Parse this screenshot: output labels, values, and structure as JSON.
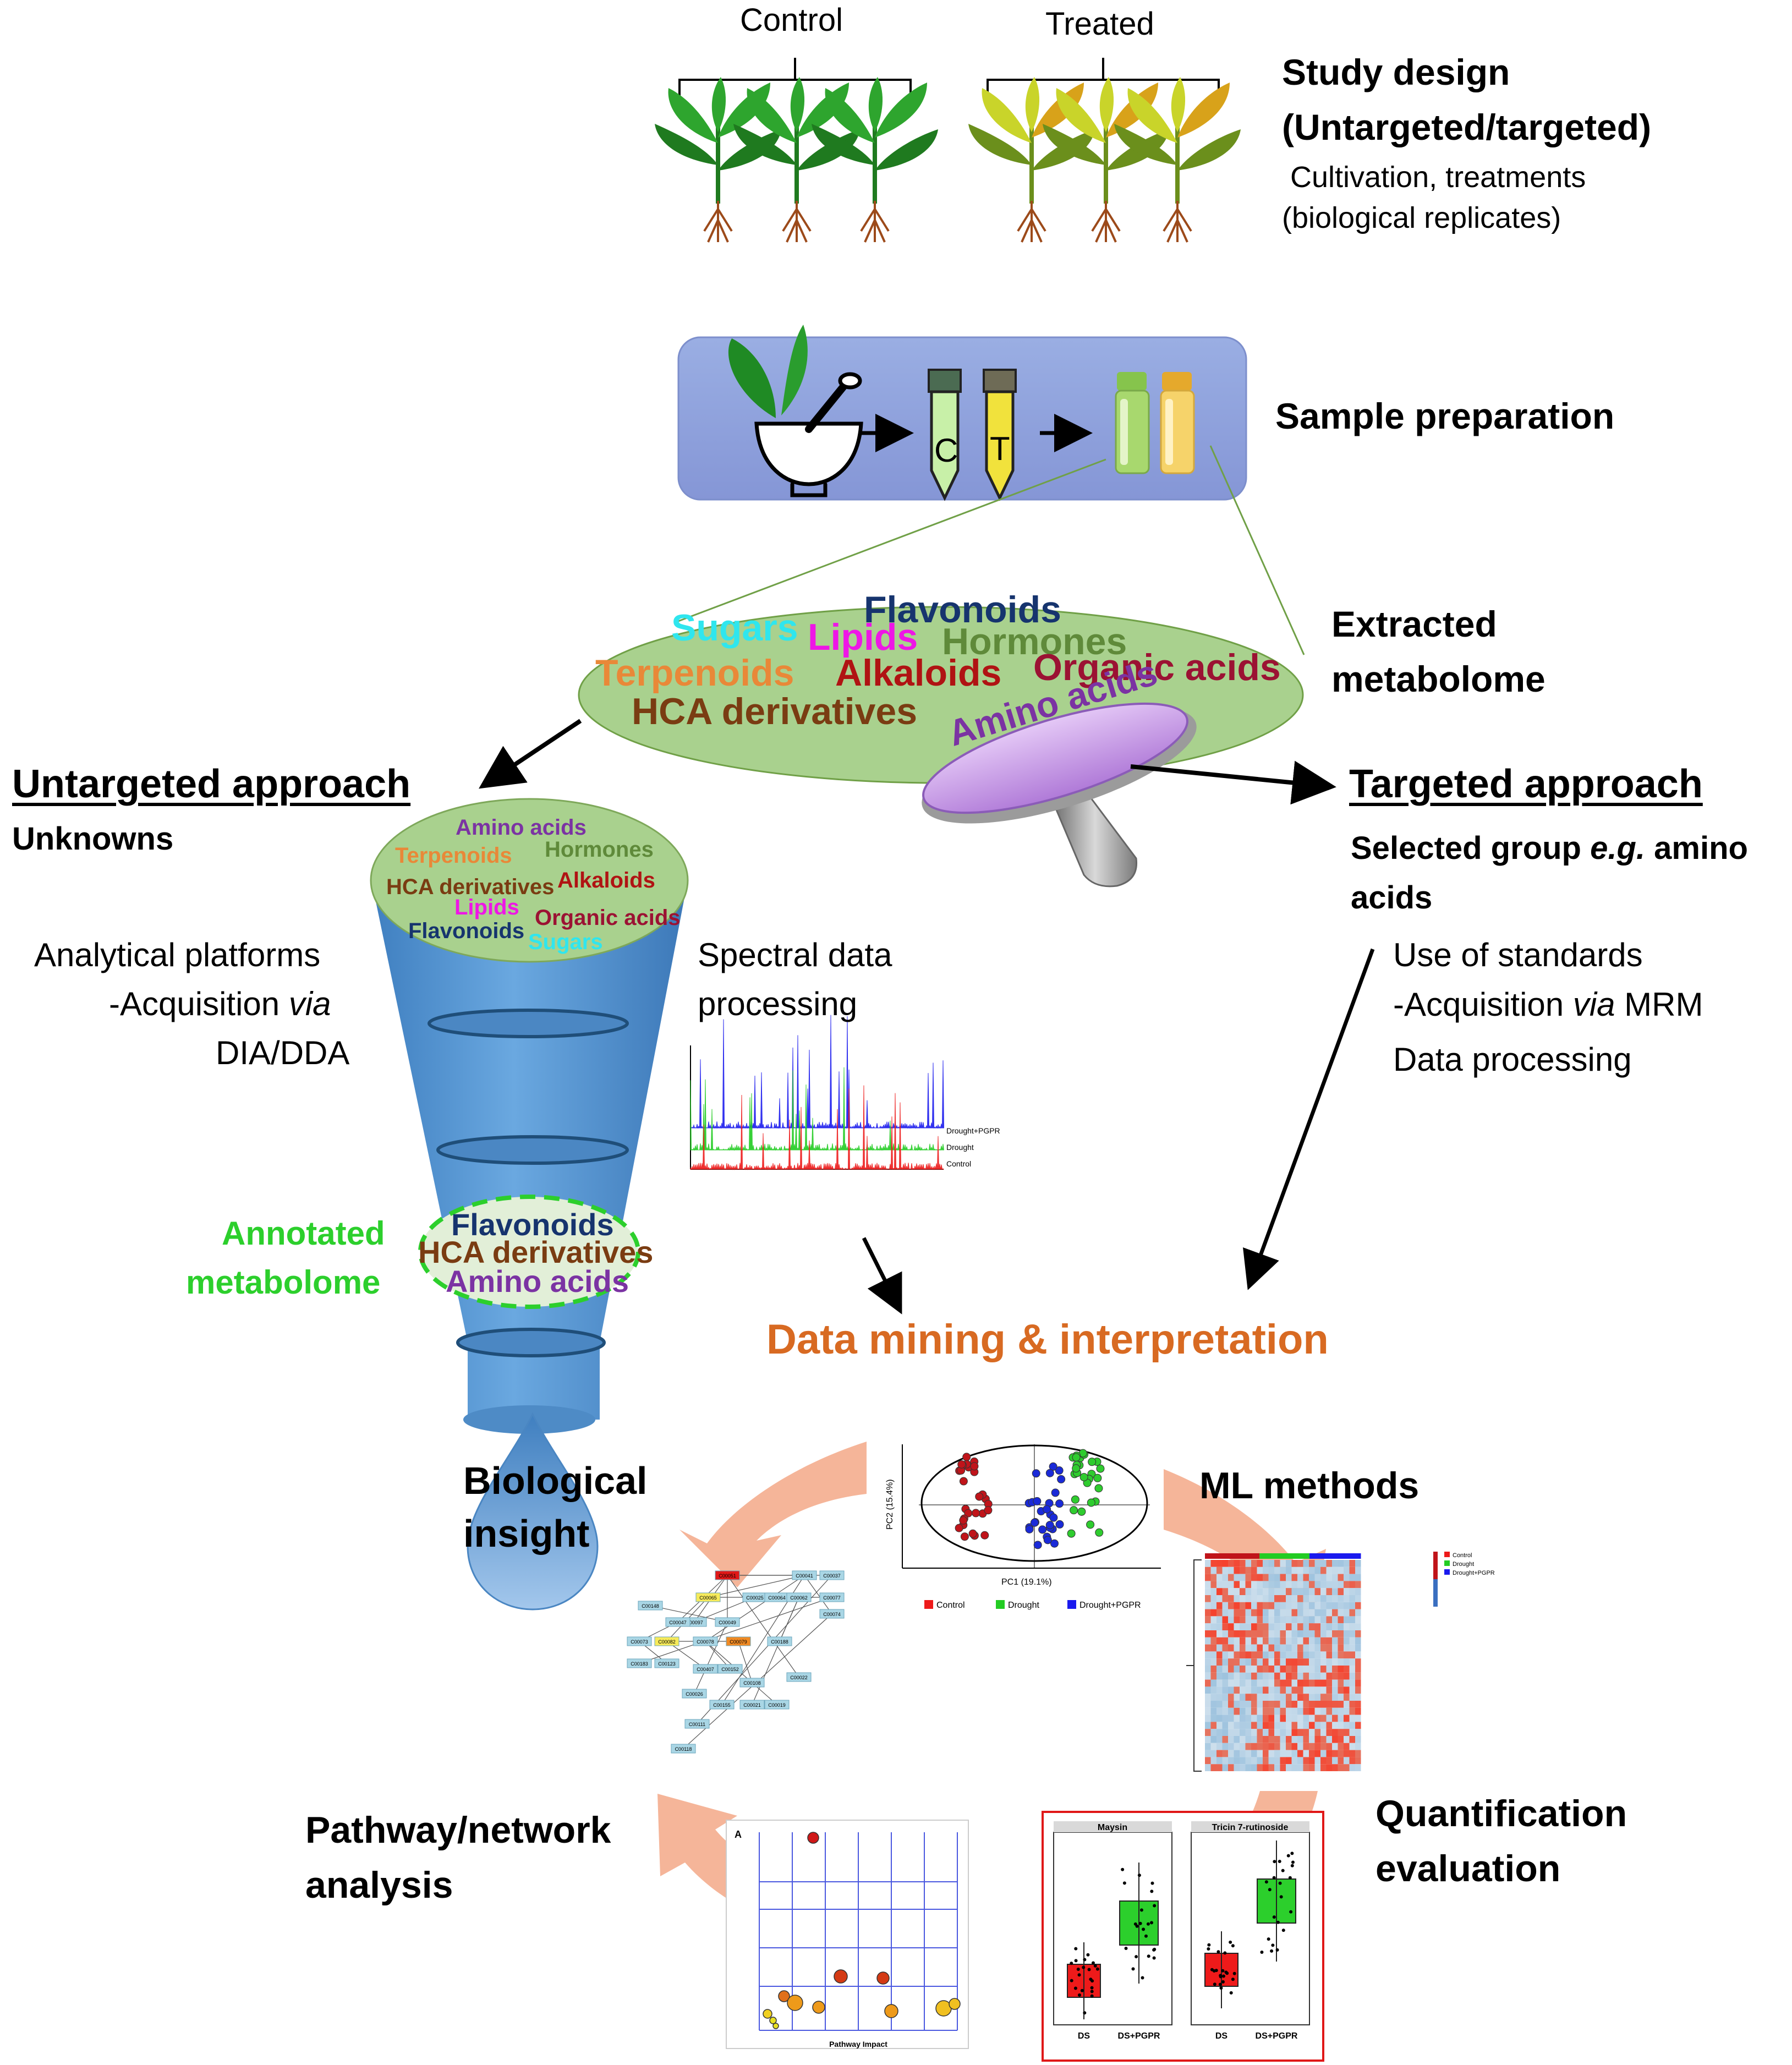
{
  "colors": {
    "sugars": "#2fe6ee",
    "lipids": "#ee16e6",
    "flavonoids": "#16346e",
    "hormones": "#5f8a3a",
    "terpenoids": "#e98838",
    "alkaloids": "#b01313",
    "organic_acids": "#9b1233",
    "hca": "#7a3c12",
    "amino_acids": "#7b33a3",
    "annotated": "#2ccf2c",
    "data_mining": "#d86a22",
    "funnel": "#5b9bd5",
    "salmon": "#f4b193"
  },
  "study": {
    "control_label": "Control",
    "treated_label": "Treated",
    "title_line1": "Study design",
    "title_line2": "(Untargeted/targeted)",
    "desc_line1": "Cultivation, treatments",
    "desc_line2": "(biological replicates)"
  },
  "sample_prep": {
    "label": "Sample preparation",
    "tube_c": "C",
    "tube_t": "T"
  },
  "extracted": {
    "label_line1": "Extracted",
    "label_line2": "metabolome",
    "classes": {
      "sugars": "Sugars",
      "lipids": "Lipids",
      "flavonoids": "Flavonoids",
      "hormones": "Hormones",
      "terpenoids": "Terpenoids",
      "alkaloids": "Alkaloids",
      "organic_acids": "Organic acids",
      "hca": "HCA derivatives",
      "amino_acids": "Amino acids"
    }
  },
  "untargeted": {
    "title": "Untargeted approach",
    "subtitle": "Unknowns",
    "platform_line1": "Analytical platforms",
    "platform_line2_pre": "-Acquisition ",
    "platform_line2_em": "via",
    "platform_line3": "DIA/DDA",
    "spectral_line1": "Spectral data",
    "spectral_line2": "processing",
    "annotated_line1": "Annotated",
    "annotated_line2": "metabolome",
    "bio_line1": "Biological",
    "bio_line2": "insight"
  },
  "targeted": {
    "title": "Targeted approach",
    "sel_line1_pre": "Selected group ",
    "sel_line1_em": "e.g.",
    "sel_line1_post": " amino",
    "sel_line2": "acids",
    "std_line1": "Use of standards",
    "std_line2_pre": "-Acquisition ",
    "std_line2_em": "via",
    "std_line2_post": " MRM",
    "std_line3": "Data processing"
  },
  "data_mining": {
    "title": "Data mining & interpretation",
    "ml": "ML methods",
    "quant_line1": "Quantification",
    "quant_line2": "evaluation",
    "path_line1": "Pathway/network",
    "path_line2": "analysis"
  },
  "thumbnails": {
    "spectra_legend": [
      "Drought+PGPR",
      "Drought",
      "Control"
    ],
    "pca_legend": [
      "Control",
      "Drought",
      "Drought+PGPR"
    ],
    "pca_xlabel": "PC1 (19.1%)",
    "pca_ylabel": "PC2 (15.4%)",
    "box_titles": [
      "Maysin",
      "Tricin 7-rutinoside"
    ],
    "box_groups": [
      "DS",
      "DS+PGPR"
    ],
    "pathway_xlabel": "Pathway Impact",
    "pathway_panel": "A",
    "network_nodes": [
      "C00051",
      "C00041",
      "C00037",
      "C00065",
      "C00097",
      "C00049",
      "C00025",
      "C00064",
      "C00062",
      "C00077",
      "C00148",
      "C00047",
      "C00073",
      "C00082",
      "C00078",
      "C00079",
      "C00188",
      "C00183",
      "C00123",
      "C00407",
      "C00152",
      "C00108",
      "C00026",
      "C00155",
      "C00021",
      "C00019",
      "C00022",
      "C00074",
      "C00111",
      "C00118"
    ]
  }
}
